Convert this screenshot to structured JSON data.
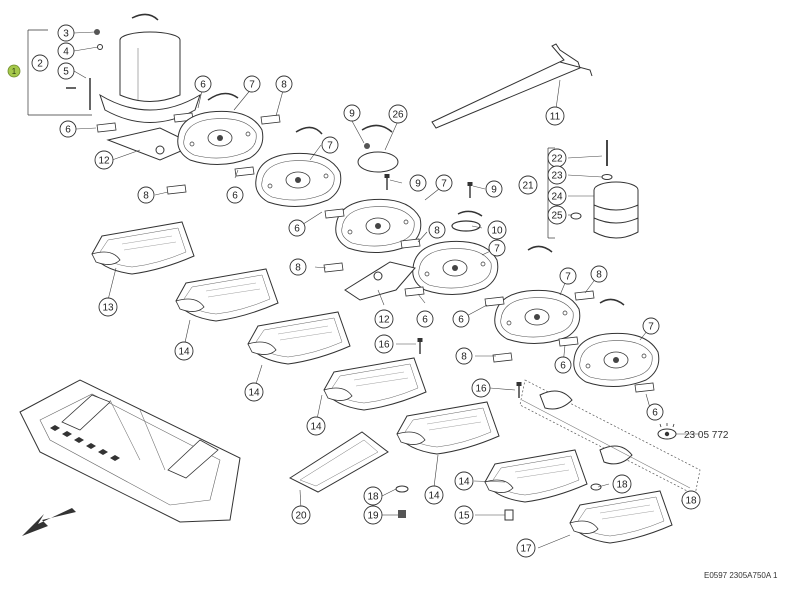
{
  "diagram": {
    "reference_text": "23 05 772",
    "footer_code": "E0597 2305A750A 1",
    "group_marker": "1",
    "colors": {
      "line": "#333333",
      "marker": "#a5c84b",
      "bubble_fill": "#ffffff"
    },
    "labels": [
      {
        "id": "c3",
        "text": "3"
      },
      {
        "id": "c4",
        "text": "4"
      },
      {
        "id": "c2",
        "text": "2"
      },
      {
        "id": "c5",
        "text": "5"
      },
      {
        "id": "c6a",
        "text": "6"
      },
      {
        "id": "c12a",
        "text": "12"
      },
      {
        "id": "c8a",
        "text": "8"
      },
      {
        "id": "c6b",
        "text": "6"
      },
      {
        "id": "c7a",
        "text": "7"
      },
      {
        "id": "c8b",
        "text": "8"
      },
      {
        "id": "c7b",
        "text": "7"
      },
      {
        "id": "c6c",
        "text": "6"
      },
      {
        "id": "c9a",
        "text": "9"
      },
      {
        "id": "c26",
        "text": "26"
      },
      {
        "id": "c9b",
        "text": "9"
      },
      {
        "id": "c7c",
        "text": "7"
      },
      {
        "id": "c9c",
        "text": "9"
      },
      {
        "id": "c6d",
        "text": "6"
      },
      {
        "id": "c8c",
        "text": "8"
      },
      {
        "id": "c10",
        "text": "10"
      },
      {
        "id": "c7d",
        "text": "7"
      },
      {
        "id": "c8d",
        "text": "8"
      },
      {
        "id": "c6e",
        "text": "6"
      },
      {
        "id": "c12b",
        "text": "12"
      },
      {
        "id": "c6f",
        "text": "6"
      },
      {
        "id": "c7e",
        "text": "7"
      },
      {
        "id": "c8e",
        "text": "8"
      },
      {
        "id": "c7f",
        "text": "7"
      },
      {
        "id": "c8f",
        "text": "8"
      },
      {
        "id": "c6g",
        "text": "6"
      },
      {
        "id": "c6h",
        "text": "6"
      },
      {
        "id": "c11",
        "text": "11"
      },
      {
        "id": "c22",
        "text": "22"
      },
      {
        "id": "c23",
        "text": "23"
      },
      {
        "id": "c21",
        "text": "21"
      },
      {
        "id": "c24",
        "text": "24"
      },
      {
        "id": "c25",
        "text": "25"
      },
      {
        "id": "c13",
        "text": "13"
      },
      {
        "id": "c14a",
        "text": "14"
      },
      {
        "id": "c14b",
        "text": "14"
      },
      {
        "id": "c14c",
        "text": "14"
      },
      {
        "id": "c16a",
        "text": "16"
      },
      {
        "id": "c16b",
        "text": "16"
      },
      {
        "id": "c14d",
        "text": "14"
      },
      {
        "id": "c14e",
        "text": "14"
      },
      {
        "id": "c18a",
        "text": "18"
      },
      {
        "id": "c18b",
        "text": "18"
      },
      {
        "id": "c18c",
        "text": "18"
      },
      {
        "id": "c19",
        "text": "19"
      },
      {
        "id": "c15",
        "text": "15"
      },
      {
        "id": "c20",
        "text": "20"
      },
      {
        "id": "c17",
        "text": "17"
      }
    ]
  }
}
